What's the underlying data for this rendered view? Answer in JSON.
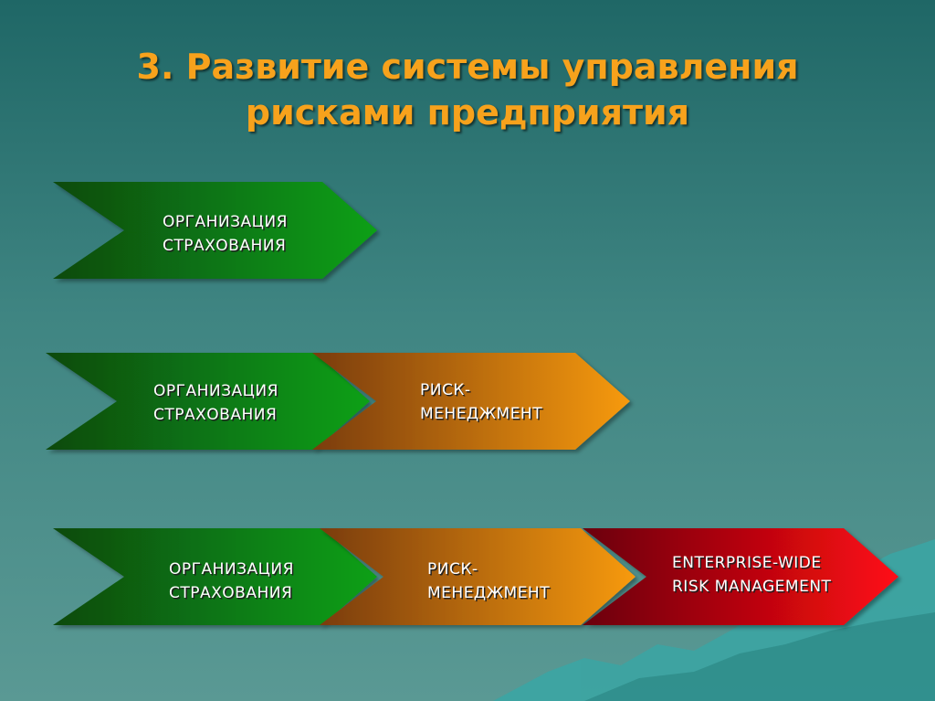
{
  "title": {
    "line1": "3. Развитие системы управления",
    "line2": "рисками предприятия"
  },
  "rows": [
    {
      "name": "row-1",
      "arrows": [
        {
          "kind": "green",
          "lines": [
            "ОРГАНИЗАЦИЯ",
            "СТРАХОВАНИЯ"
          ]
        }
      ]
    },
    {
      "name": "row-2",
      "arrows": [
        {
          "kind": "green",
          "lines": [
            "ОРГАНИЗАЦИЯ",
            "СТРАХОВАНИЯ"
          ]
        },
        {
          "kind": "orange",
          "lines": [
            "РИСК-",
            "МЕНЕДЖМЕНТ"
          ]
        }
      ]
    },
    {
      "name": "row-3",
      "arrows": [
        {
          "kind": "green",
          "lines": [
            "ОРГАНИЗАЦИЯ",
            "СТРАХОВАНИЯ"
          ]
        },
        {
          "kind": "orange",
          "lines": [
            "РИСК-",
            "МЕНЕДЖМЕНТ"
          ]
        },
        {
          "kind": "red",
          "lines": [
            "ENTERPRISE-WIDE",
            "RISK MANAGEMENT"
          ]
        }
      ]
    }
  ],
  "colors": {
    "title": "#f7a21c",
    "green_dark": "#0a4a10",
    "green_light": "#0aa015",
    "orange_dark": "#7a3c08",
    "orange_light": "#f79a10",
    "red_dark": "#6a0008",
    "red_light": "#ff0a14"
  }
}
